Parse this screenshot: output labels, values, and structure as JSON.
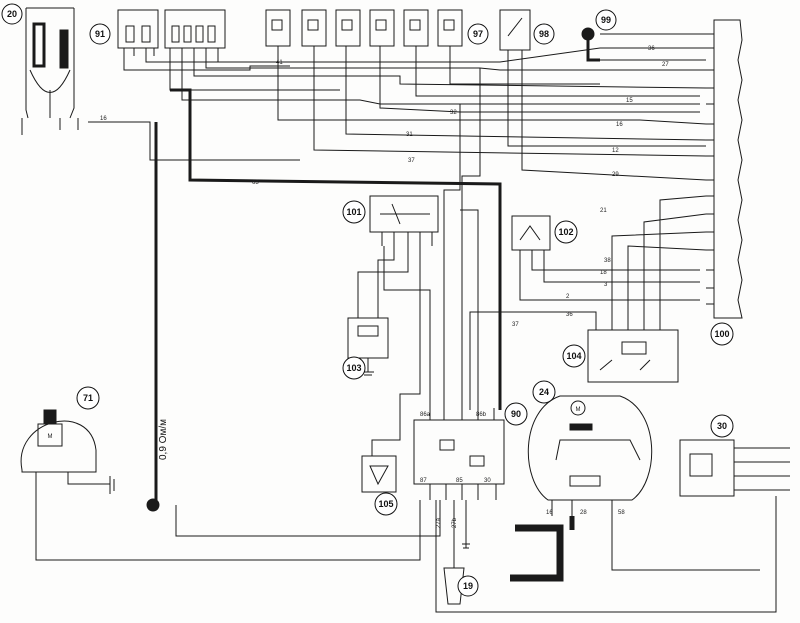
{
  "components": {
    "c20": "20",
    "c91": "91",
    "c97": "97",
    "c98": "98",
    "c99": "99",
    "c100": "100",
    "c101": "101",
    "c102": "102",
    "c103": "103",
    "c104": "104",
    "c105": "105",
    "c90": "90",
    "c24": "24",
    "c30": "30",
    "c71": "71",
    "c19": "19"
  },
  "resistor_note": "0,9 Ом/м",
  "motor_symbol": "M",
  "wire_labels": {
    "w16": "16",
    "w41": "41",
    "w36a": "36",
    "w27a": "27",
    "w32": "32",
    "w15": "15",
    "w16b": "16",
    "w31": "31",
    "w12": "12",
    "w29": "29",
    "w63": "63",
    "w37": "37",
    "w21": "21",
    "w38": "38",
    "w3": "3",
    "w2": "2",
    "w18": "18",
    "w36b": "36",
    "w37b": "37"
  },
  "relay_pins": {
    "p86a": "86a",
    "p86b": "86b",
    "p87": "87",
    "p85": "85",
    "p30": "30"
  },
  "lower_labels": {
    "l27a": "27a",
    "l27b": "27b",
    "l16": "16",
    "l28": "28",
    "l58": "58"
  }
}
